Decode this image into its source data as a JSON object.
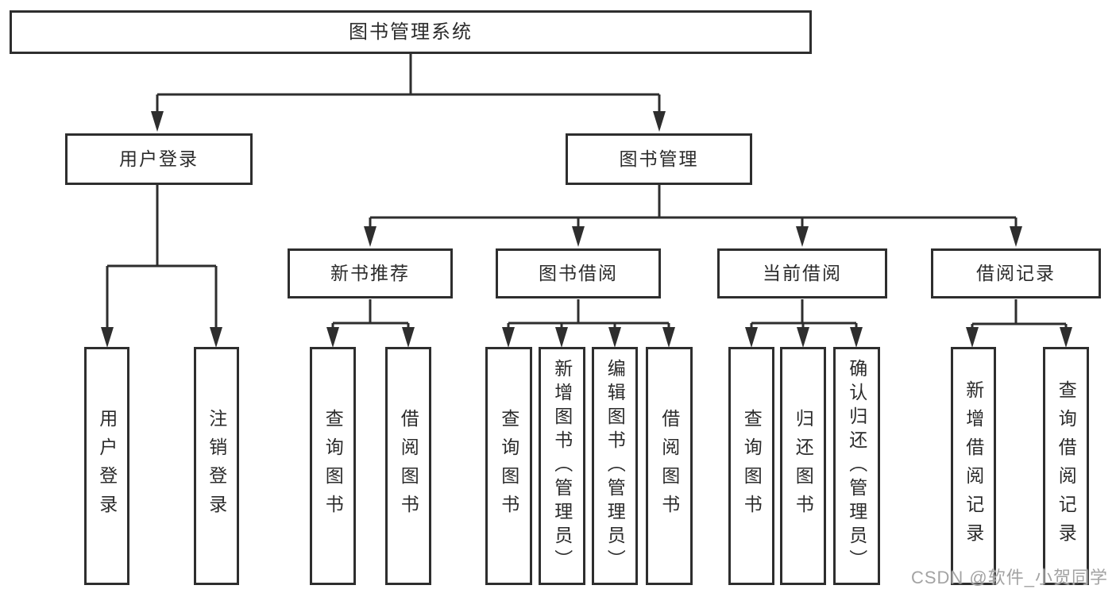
{
  "colors": {
    "line": "#2e2e2e",
    "text": "#2b2b2b",
    "background": "#ffffff",
    "watermark": "#a3a3a3"
  },
  "watermark": {
    "text": "CSDN @软件_小贺同学"
  },
  "tree": {
    "label": "图书管理系统",
    "children": [
      {
        "label": "用户登录",
        "children": [
          {
            "label": "用户登录"
          },
          {
            "label": "注销登录"
          }
        ]
      },
      {
        "label": "图书管理",
        "children": [
          {
            "label": "新书推荐",
            "children": [
              {
                "label": "查询图书"
              },
              {
                "label": "借阅图书"
              }
            ]
          },
          {
            "label": "图书借阅",
            "children": [
              {
                "label": "查询图书"
              },
              {
                "label": "新增图书（管理员）"
              },
              {
                "label": "编辑图书（管理员）"
              },
              {
                "label": "借阅图书"
              }
            ]
          },
          {
            "label": "当前借阅",
            "children": [
              {
                "label": "查询图书"
              },
              {
                "label": "归还图书"
              },
              {
                "label": "确认归还（管理员）"
              }
            ]
          },
          {
            "label": "借阅记录",
            "children": [
              {
                "label": "新增借阅记录"
              },
              {
                "label": "查询借阅记录"
              }
            ]
          }
        ]
      }
    ]
  }
}
